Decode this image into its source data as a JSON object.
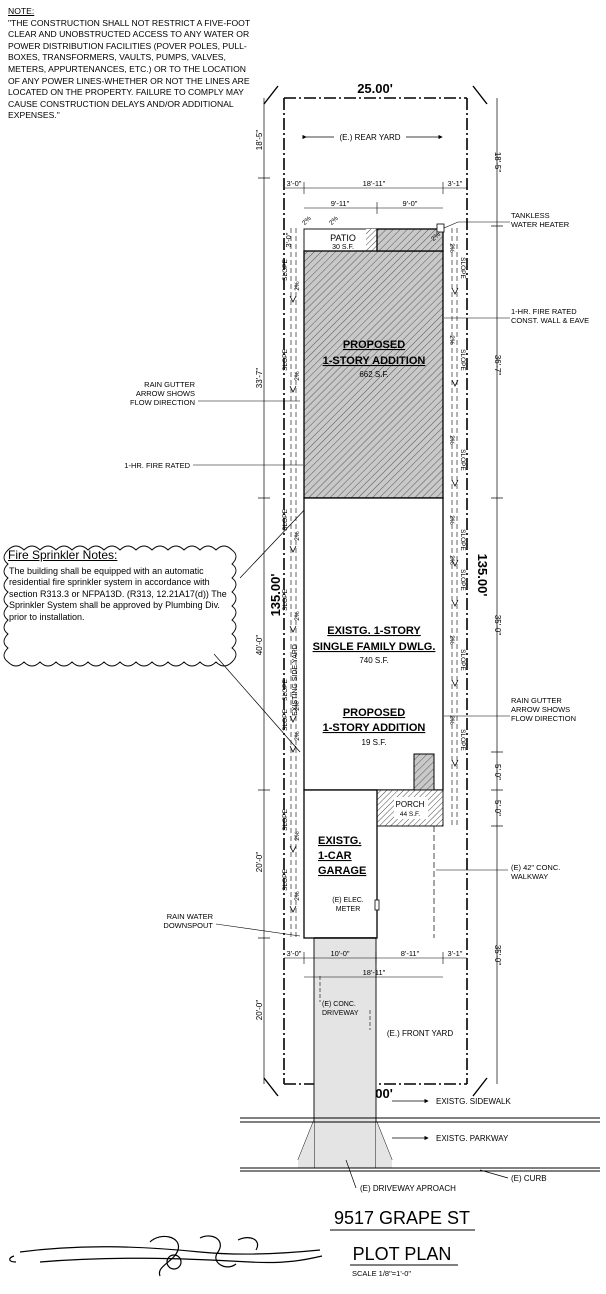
{
  "note": {
    "heading": "NOTE:",
    "lines": [
      "\"THE CONSTRUCTION SHALL NOT RESTRICT A FIVE-FOOT",
      "CLEAR AND UNOBSTRUCTED ACCESS TO ANY WATER OR",
      "POWER DISTRIBUTION FACILITIES (POVER POLES, PULL-",
      "BOXES, TRANSFORMERS, VAULTS, PUMPS, VALVES,",
      "METERS, APPURTENANCES, ETC.) OR TO THE LOCATION",
      "OF ANY POWER LINES-WHETHER OR NOT THE LINES ARE",
      "LOCATED ON THE PROPERTY.  FAILURE TO COMPLY MAY",
      "CAUSE CONSTRUCTION DELAYS AND/OR ADDITIONAL",
      "EXPENSES.\""
    ]
  },
  "fire_sprinkler": {
    "heading": "Fire Sprinkler  Notes:",
    "lines": [
      "The building shall be equipped with an automatic",
      "residential  fire sprinkler system in accordance with",
      "section R313.3 or NFPA13D. (R313, 12.21A17(d)) The",
      "Sprinkler System shall be approved by Plumbing Div.",
      "prior to installation."
    ]
  },
  "dims": {
    "width_top": "25.00'",
    "width_bottom": "25.00'",
    "length_left": "135.00'",
    "length_right": "135.00'",
    "rear_yard_depth": "18'-5\"",
    "rear_yard_depth_r": "18'-5\"",
    "setback_left_top": "3'-0\"",
    "bldg_width_top": "18'-11\"",
    "setback_right_top": "3'-1\"",
    "patio_width": "9'-11\"",
    "rear_offset": "9'-0\"",
    "patio_depth": "3'-0\"",
    "addition_depth_left": "33'-7\"",
    "addition_depth_right": "36'-7\"",
    "house_depth_left": "40'-0\"",
    "house_depth_right": "35'-0\"",
    "porch_offset_a": "5'-0\"",
    "porch_offset_b": "5'-0\"",
    "garage_depth": "20'-0\"",
    "front_depth_right": "35'-0\"",
    "front_yard_depth": "20'-0\"",
    "setback_left_bottom": "3'-0\"",
    "garage_width": "10'-0\"",
    "walk_width": "8'-11\"",
    "setback_right_bottom": "3'-1\"",
    "bldg_width_bottom": "18'-11\""
  },
  "labels": {
    "rear_yard": "(E.) REAR YARD",
    "patio": "PATIO",
    "patio_area": "30 S.F.",
    "tankless_1": "TANKLESS",
    "tankless_2": "WATER HEATER",
    "fire_wall_1": "1-HR. FIRE RATED",
    "fire_wall_2": "CONST. WALL & EAVE",
    "add1_title_1": "PROPOSED",
    "add1_title_2": "1-STORY ADDITION",
    "add1_area": "662 S.F.",
    "gutter_l_1": "RAIN GUTTER",
    "gutter_l_2": "ARROW SHOWS",
    "gutter_l_3": "FLOW DIRECTION",
    "fire_rated_l": "1-HR. FIRE RATED",
    "existing_title_1": "EXISTG. 1-STORY",
    "existing_title_2": "SINGLE FAMILY DWLG.",
    "existing_area": "740 S.F.",
    "add2_title_1": "PROPOSED",
    "add2_title_2": "1-STORY ADDITION",
    "add2_area": "19 S.F.",
    "gutter_r_1": "RAIN GUTTER",
    "gutter_r_2": "ARROW SHOWS",
    "gutter_r_3": "FLOW DIRECTION",
    "porch": "PORCH",
    "porch_area": "44 S.F.",
    "garage_1": "EXISTG.",
    "garage_2": "1-CAR",
    "garage_3": "GARAGE",
    "walkway_1": "(E) 42\" CONC.",
    "walkway_2": "WALKWAY",
    "elec_1": "(E) ELEC.",
    "elec_2": "METER",
    "downspout_1": "RAIN WATER",
    "downspout_2": "DOWNSPOUT",
    "driveway_1": "(E) CONC.",
    "driveway_2": "DRIVEWAY",
    "front_yard": "(E.) FRONT YARD",
    "existing_side_yard": "EXISTING SIDE YARD",
    "sidewalk": "EXISTG. SIDEWALK",
    "parkway": "EXISTG. PARKWAY",
    "curb": "(E) CURB",
    "approach": "(E) DRIVEWAY APROACH",
    "slope": "SLOPE",
    "slope_pct": "2%"
  },
  "title_block": {
    "address": "9517 GRAPE ST",
    "title": "PLOT PLAN",
    "scale": "SCALE 1/8\"=1'-0\""
  }
}
